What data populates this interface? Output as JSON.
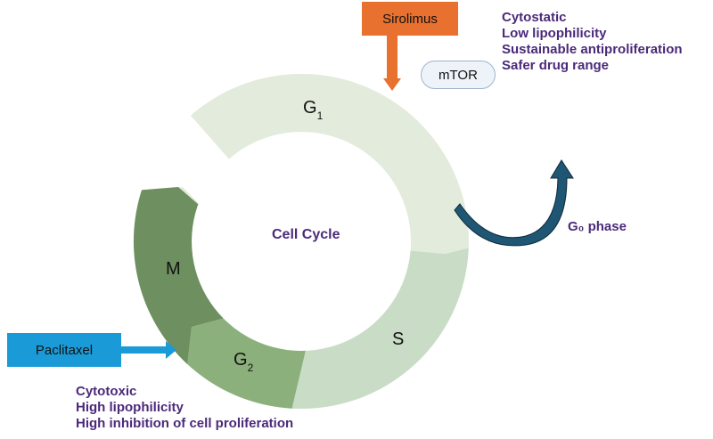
{
  "diagram": {
    "center_label": "Cell Cycle",
    "phases": [
      {
        "name": "G",
        "subscript": "1",
        "color": "#e3ecdc"
      },
      {
        "name": "S",
        "subscript": "",
        "color": "#c9dcc6"
      },
      {
        "name": "G",
        "subscript": "2",
        "color": "#8cb07c"
      },
      {
        "name": "M",
        "subscript": "",
        "color": "#6e8f5f"
      }
    ],
    "g0_label": "G₀ phase",
    "g0_arrow_color": "#1f5673",
    "sirolimus": {
      "label": "Sirolimus",
      "color": "#e8712f",
      "target": "mTOR",
      "properties": [
        "Cytostatic",
        "Low lipophilicity",
        "Sustainable antiproliferation",
        "Safer drug range"
      ]
    },
    "paclitaxel": {
      "label": "Paclitaxel",
      "color": "#1a9bd7",
      "properties": [
        "Cytotoxic",
        "High lipophilicity",
        "High inhibition of cell proliferation"
      ]
    },
    "text_color": "#4b2a7a"
  }
}
